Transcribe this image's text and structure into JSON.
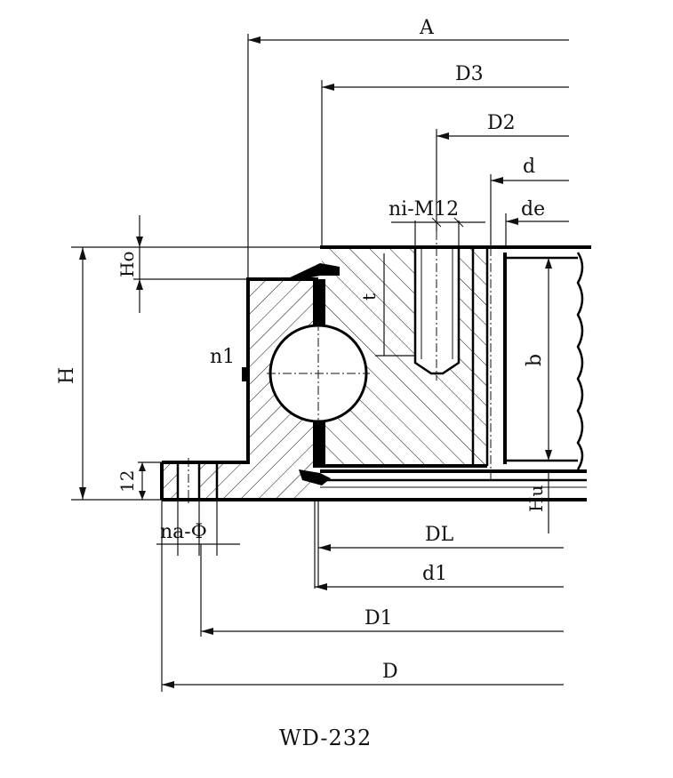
{
  "drawing": {
    "labels": {
      "A": "A",
      "D3": "D3",
      "D2": "D2",
      "d": "d",
      "ni_m12": "ni-M12",
      "de": "de",
      "ho": "Ho",
      "t": "t",
      "H": "H",
      "n1": "n1",
      "b": "b",
      "twelve": "12",
      "hu": "Hu",
      "na_phi": "na-Φ",
      "DL": "DL",
      "d1": "d1",
      "D1": "D1",
      "D": "D"
    },
    "caption": "WD-232"
  }
}
